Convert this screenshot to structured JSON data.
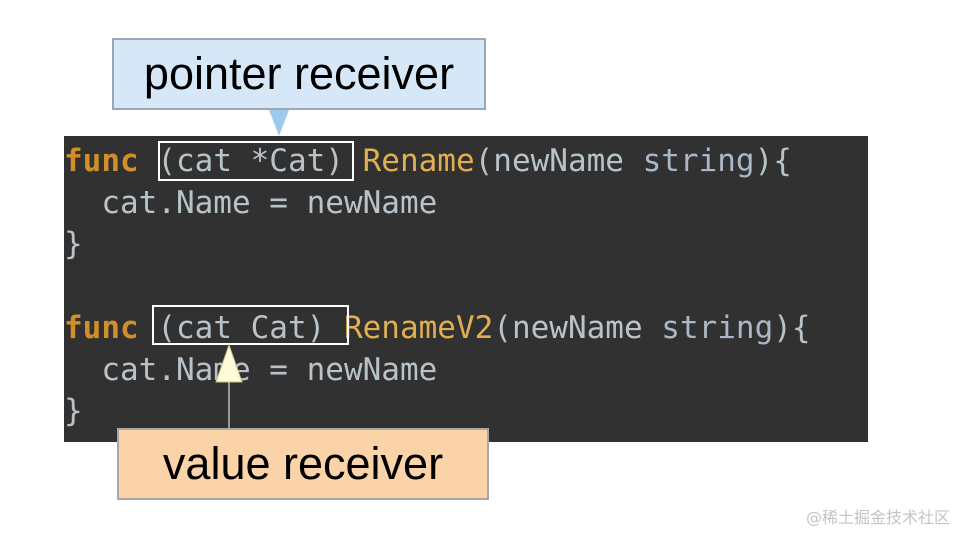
{
  "callouts": {
    "pointer_label": "pointer receiver",
    "value_label": "value receiver"
  },
  "code": {
    "line1": {
      "kw": "func",
      "recv": "(cat *Cat)",
      "name": "Rename",
      "params_open": "(newName ",
      "param_type": "string",
      "params_close": "){"
    },
    "line2": "  cat.Name = newName",
    "line3": "}",
    "line5": {
      "kw": "func",
      "recv": "(cat Cat)",
      "name": "RenameV2",
      "params_open": "(newName ",
      "param_type": "string",
      "params_close": "){"
    },
    "line6": "  cat.Name = newName",
    "line7": "}"
  },
  "watermark": "@稀土掘金技术社区",
  "colors": {
    "code_background": "#313131",
    "keyword": "#d08f2a",
    "function_name": "#e0b050",
    "pointer_callout_bg": "#d6e8f7",
    "value_callout_bg": "#fbd3a8",
    "highlight_box": "#ffffff"
  }
}
